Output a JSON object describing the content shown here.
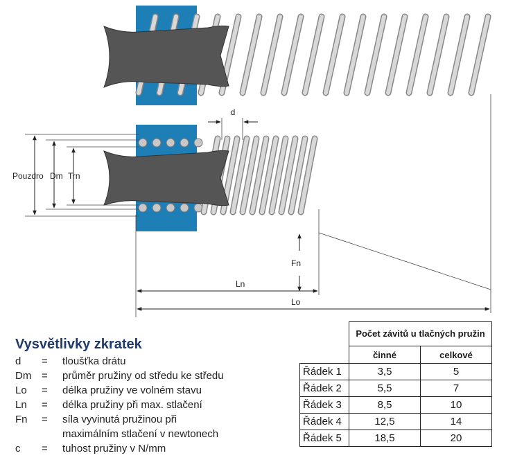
{
  "diagram": {
    "labels": {
      "d": "d",
      "housing": "Pouzdro",
      "dm": "Dm",
      "trn": "Trn",
      "fn": "Fn",
      "ln": "Ln",
      "lo": "Lo"
    },
    "colors": {
      "housing": "#1e7fb6",
      "rubber": "#555555",
      "spring": "#d8d8d8"
    }
  },
  "legend": {
    "title": "Vysvětlivky zkratek",
    "items": [
      {
        "abbr": "d",
        "eq": "=",
        "desc": "tloušťka drátu"
      },
      {
        "abbr": "Dm",
        "eq": "=",
        "desc": "průměr pružiny od středu ke středu"
      },
      {
        "abbr": "Lo",
        "eq": "=",
        "desc": "délka pružiny ve volném stavu"
      },
      {
        "abbr": "Ln",
        "eq": "=",
        "desc": "délka pružiny při max. stlačení"
      },
      {
        "abbr": "Fn",
        "eq": "=",
        "desc": "síla vyvinutá pružinou při"
      },
      {
        "abbr": "",
        "eq": "",
        "desc": "maximálním stlačení v newtonech"
      },
      {
        "abbr": "c",
        "eq": "=",
        "desc": "tuhost pružiny v N/mm"
      }
    ]
  },
  "table": {
    "header": "Počet závitů u tlačných pružin",
    "columns": [
      "činné",
      "celkové"
    ],
    "rows": [
      {
        "label": "Řádek 1",
        "active": "3,5",
        "total": "5"
      },
      {
        "label": "Řádek 2",
        "active": "5,5",
        "total": "7"
      },
      {
        "label": "Řádek 3",
        "active": "8,5",
        "total": "10"
      },
      {
        "label": "Řádek 4",
        "active": "12,5",
        "total": "14"
      },
      {
        "label": "Řádek 5",
        "active": "18,5",
        "total": "20"
      }
    ]
  }
}
